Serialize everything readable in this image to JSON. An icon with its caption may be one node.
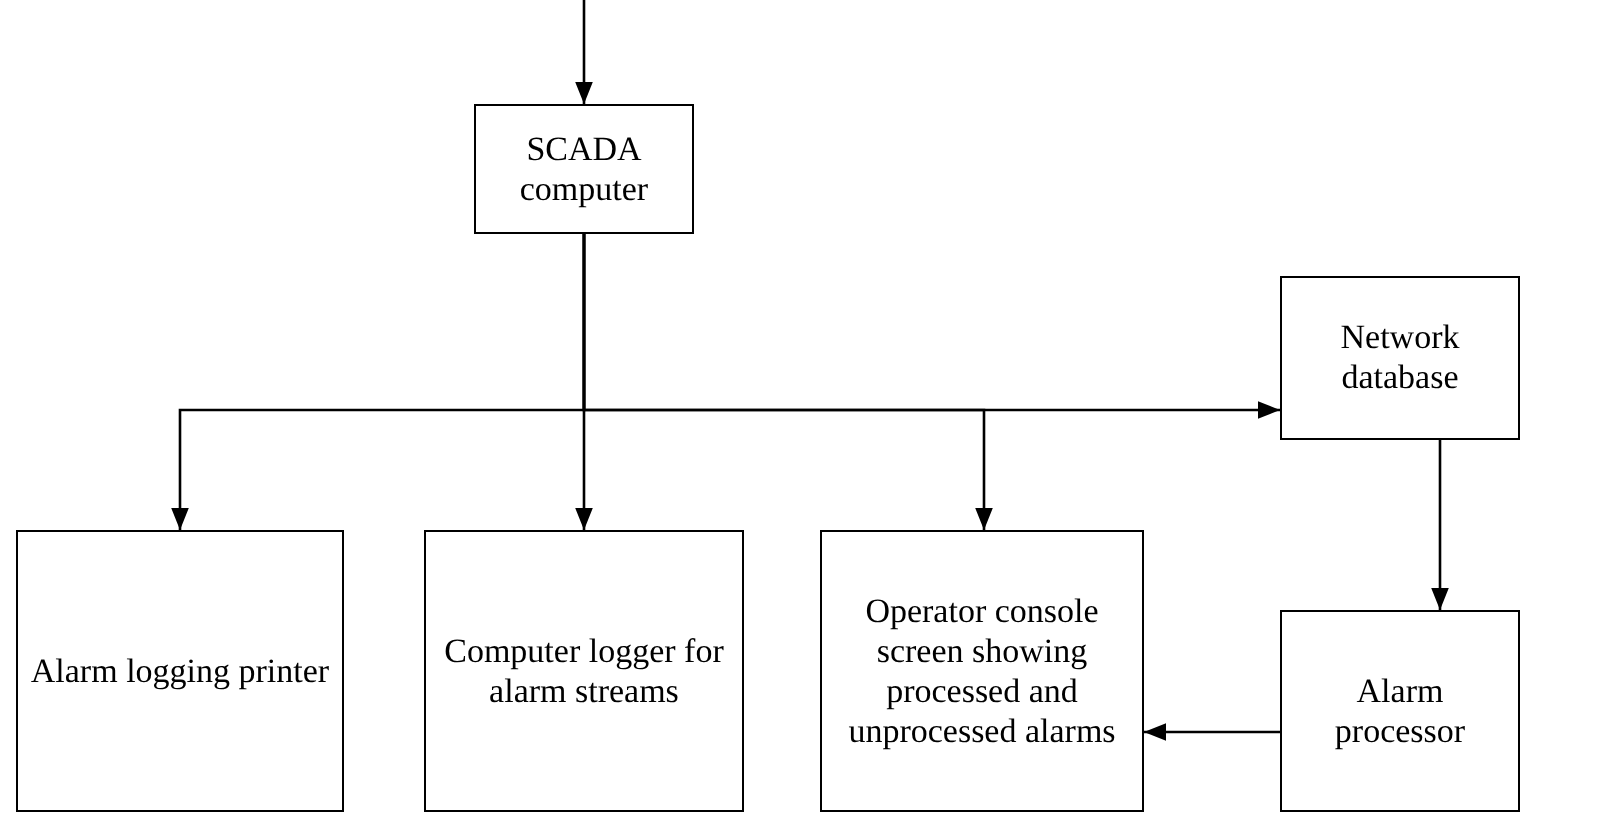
{
  "diagram": {
    "nodes": [
      {
        "text": [
          "SCADA computer"
        ]
      },
      {
        "text": [
          "Network database"
        ]
      },
      {
        "text": [
          "Alarm logging printer"
        ]
      },
      {
        "text": [
          "Computer logger for alarm streams"
        ]
      },
      {
        "text": [
          "Operator console screen showing processed and unprocessed alarms"
        ]
      },
      {
        "text": [
          "Alarm processor"
        ]
      }
    ],
    "edges": [
      {
        "from": null,
        "to": 0,
        "arrow": "to"
      },
      {
        "from": 0,
        "to": 2,
        "arrow": "to"
      },
      {
        "from": 0,
        "to": 3,
        "arrow": "to"
      },
      {
        "from": 0,
        "to": 4,
        "arrow": "to"
      },
      {
        "from": 0,
        "to": 1,
        "arrow": "to"
      },
      {
        "from": 1,
        "to": 5,
        "arrow": "to"
      },
      {
        "from": 5,
        "to": 4,
        "arrow": "to"
      }
    ]
  }
}
